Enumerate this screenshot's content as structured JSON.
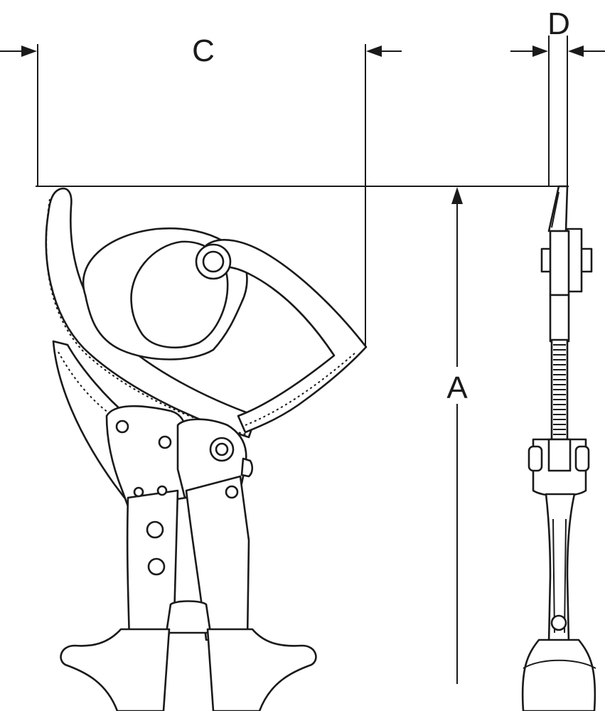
{
  "labels": {
    "a": "A",
    "c": "C",
    "d": "D"
  },
  "colors": {
    "ink": "#1a1a1a",
    "background": "#ffffff"
  }
}
